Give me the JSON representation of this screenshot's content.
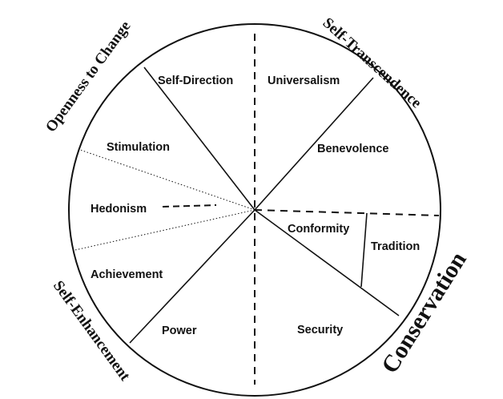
{
  "diagram": {
    "type": "circumplex",
    "higher_order": [
      {
        "id": "openness",
        "label": "Openness to Change"
      },
      {
        "id": "self_transcendence",
        "label": "Self-Transcendence"
      },
      {
        "id": "self_enhancement",
        "label": "Self-Enhancement"
      },
      {
        "id": "conservation",
        "label": "Conservation"
      }
    ],
    "values": [
      {
        "id": "self_direction",
        "label": "Self-Direction"
      },
      {
        "id": "universalism",
        "label": "Universalism"
      },
      {
        "id": "benevolence",
        "label": "Benevolence"
      },
      {
        "id": "stimulation",
        "label": "Stimulation"
      },
      {
        "id": "hedonism",
        "label": "Hedonism"
      },
      {
        "id": "conformity",
        "label": "Conformity"
      },
      {
        "id": "tradition",
        "label": "Tradition"
      },
      {
        "id": "achievement",
        "label": "Achievement"
      },
      {
        "id": "power",
        "label": "Power"
      },
      {
        "id": "security",
        "label": "Security"
      }
    ],
    "colors": {
      "line": "#111111",
      "background": "#ffffff"
    }
  }
}
